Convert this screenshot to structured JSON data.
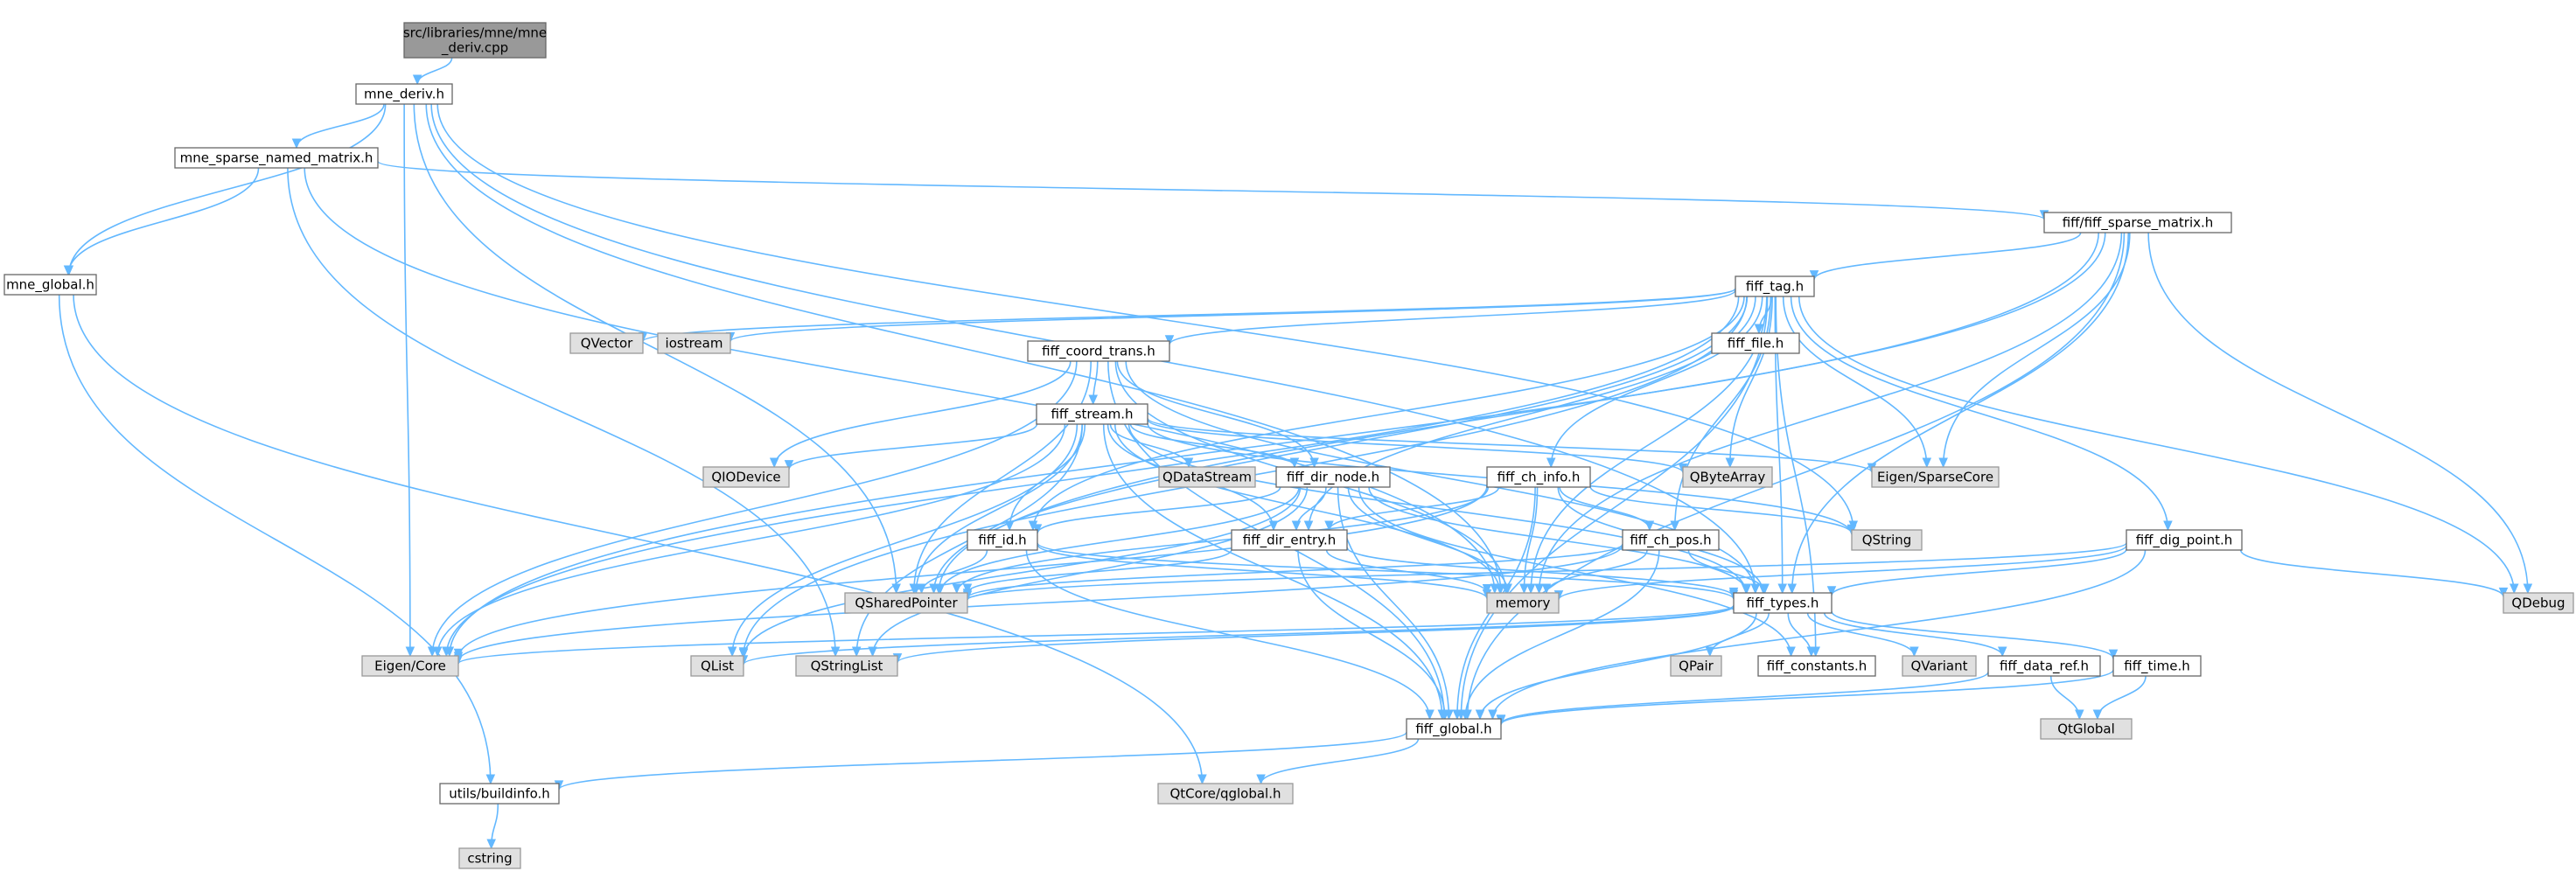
{
  "colors": {
    "edge": "#63b8ff",
    "node_fill": "#ffffff",
    "external_fill": "#e0e0e0",
    "root_fill": "#999999",
    "border": "#666666"
  },
  "nodes": [
    {
      "id": "root",
      "label": [
        "src/libraries/mne/mne",
        "_deriv.cpp"
      ],
      "kind": "root"
    },
    {
      "id": "mne_deriv",
      "label": [
        "mne_deriv.h"
      ],
      "kind": "normal"
    },
    {
      "id": "mne_sparse",
      "label": [
        "mne_sparse_named_matrix.h"
      ],
      "kind": "normal"
    },
    {
      "id": "mne_global",
      "label": [
        "mne_global.h"
      ],
      "kind": "normal"
    },
    {
      "id": "fiff_sparse",
      "label": [
        "fiff/fiff_sparse_matrix.h"
      ],
      "kind": "normal"
    },
    {
      "id": "fiff_tag",
      "label": [
        "fiff_tag.h"
      ],
      "kind": "normal"
    },
    {
      "id": "qvector",
      "label": [
        "QVector"
      ],
      "kind": "ext"
    },
    {
      "id": "iostream",
      "label": [
        "iostream"
      ],
      "kind": "ext"
    },
    {
      "id": "fiff_file",
      "label": [
        "fiff_file.h"
      ],
      "kind": "normal"
    },
    {
      "id": "fiff_coord",
      "label": [
        "fiff_coord_trans.h"
      ],
      "kind": "normal"
    },
    {
      "id": "fiff_stream",
      "label": [
        "fiff_stream.h"
      ],
      "kind": "normal"
    },
    {
      "id": "qiodevice",
      "label": [
        "QIODevice"
      ],
      "kind": "ext"
    },
    {
      "id": "qdatastream",
      "label": [
        "QDataStream"
      ],
      "kind": "ext"
    },
    {
      "id": "fiff_dir_node",
      "label": [
        "fiff_dir_node.h"
      ],
      "kind": "normal"
    },
    {
      "id": "fiff_ch_info",
      "label": [
        "fiff_ch_info.h"
      ],
      "kind": "normal"
    },
    {
      "id": "qbytearray",
      "label": [
        "QByteArray"
      ],
      "kind": "ext"
    },
    {
      "id": "eigen_sparse",
      "label": [
        "Eigen/SparseCore"
      ],
      "kind": "ext"
    },
    {
      "id": "qstring",
      "label": [
        "QString"
      ],
      "kind": "ext"
    },
    {
      "id": "fiff_id",
      "label": [
        "fiff_id.h"
      ],
      "kind": "normal"
    },
    {
      "id": "fiff_dir_entry",
      "label": [
        "fiff_dir_entry.h"
      ],
      "kind": "normal"
    },
    {
      "id": "fiff_ch_pos",
      "label": [
        "fiff_ch_pos.h"
      ],
      "kind": "normal"
    },
    {
      "id": "fiff_dig_point",
      "label": [
        "fiff_dig_point.h"
      ],
      "kind": "normal"
    },
    {
      "id": "qsharedpointer",
      "label": [
        "QSharedPointer"
      ],
      "kind": "ext"
    },
    {
      "id": "memory",
      "label": [
        "memory"
      ],
      "kind": "ext"
    },
    {
      "id": "qdebug",
      "label": [
        "QDebug"
      ],
      "kind": "ext"
    },
    {
      "id": "fiff_types",
      "label": [
        "fiff_types.h"
      ],
      "kind": "normal"
    },
    {
      "id": "eigen_core",
      "label": [
        "Eigen/Core"
      ],
      "kind": "ext"
    },
    {
      "id": "qlist",
      "label": [
        "QList"
      ],
      "kind": "ext"
    },
    {
      "id": "qstringlist",
      "label": [
        "QStringList"
      ],
      "kind": "ext"
    },
    {
      "id": "qpair",
      "label": [
        "QPair"
      ],
      "kind": "ext"
    },
    {
      "id": "fiff_constants",
      "label": [
        "fiff_constants.h"
      ],
      "kind": "normal"
    },
    {
      "id": "qvariant",
      "label": [
        "QVariant"
      ],
      "kind": "ext"
    },
    {
      "id": "fiff_data_ref",
      "label": [
        "fiff_data_ref.h"
      ],
      "kind": "normal"
    },
    {
      "id": "fiff_time",
      "label": [
        "fiff_time.h"
      ],
      "kind": "normal"
    },
    {
      "id": "fiff_global",
      "label": [
        "fiff_global.h"
      ],
      "kind": "normal"
    },
    {
      "id": "qtglobal",
      "label": [
        "QtGlobal"
      ],
      "kind": "ext"
    },
    {
      "id": "utils_buildinfo",
      "label": [
        "utils/buildinfo.h"
      ],
      "kind": "normal"
    },
    {
      "id": "qtcore_qglobal",
      "label": [
        "QtCore/qglobal.h"
      ],
      "kind": "ext"
    },
    {
      "id": "cstring",
      "label": [
        "cstring"
      ],
      "kind": "ext"
    }
  ],
  "edges": [
    [
      "root",
      "mne_deriv"
    ],
    [
      "mne_deriv",
      "mne_sparse"
    ],
    [
      "mne_deriv",
      "mne_global"
    ],
    [
      "mne_deriv",
      "eigen_core"
    ],
    [
      "mne_deriv",
      "qsharedpointer"
    ],
    [
      "mne_deriv",
      "qstring"
    ],
    [
      "mne_deriv",
      "memory"
    ],
    [
      "mne_deriv",
      "fiff_types"
    ],
    [
      "mne_sparse",
      "mne_global"
    ],
    [
      "mne_sparse",
      "fiff_sparse"
    ],
    [
      "mne_sparse",
      "memory"
    ],
    [
      "mne_sparse",
      "qstringlist"
    ],
    [
      "mne_global",
      "utils_buildinfo"
    ],
    [
      "mne_global",
      "qtcore_qglobal"
    ],
    [
      "fiff_sparse",
      "fiff_tag"
    ],
    [
      "fiff_sparse",
      "eigen_sparse"
    ],
    [
      "fiff_sparse",
      "eigen_core"
    ],
    [
      "fiff_sparse",
      "qsharedpointer"
    ],
    [
      "fiff_sparse",
      "memory"
    ],
    [
      "fiff_sparse",
      "qdebug"
    ],
    [
      "fiff_sparse",
      "fiff_types"
    ],
    [
      "fiff_sparse",
      "fiff_global"
    ],
    [
      "fiff_tag",
      "qvector"
    ],
    [
      "fiff_tag",
      "iostream"
    ],
    [
      "fiff_tag",
      "fiff_file"
    ],
    [
      "fiff_tag",
      "fiff_coord"
    ],
    [
      "fiff_tag",
      "fiff_ch_info"
    ],
    [
      "fiff_tag",
      "fiff_ch_pos"
    ],
    [
      "fiff_tag",
      "fiff_dig_point"
    ],
    [
      "fiff_tag",
      "fiff_id"
    ],
    [
      "fiff_tag",
      "fiff_dir_entry"
    ],
    [
      "fiff_tag",
      "qbytearray"
    ],
    [
      "fiff_tag",
      "eigen_sparse"
    ],
    [
      "fiff_tag",
      "qdebug"
    ],
    [
      "fiff_tag",
      "qsharedpointer"
    ],
    [
      "fiff_tag",
      "memory"
    ],
    [
      "fiff_tag",
      "fiff_types"
    ],
    [
      "fiff_tag",
      "eigen_core"
    ],
    [
      "fiff_tag",
      "qlist"
    ],
    [
      "fiff_tag",
      "fiff_global"
    ],
    [
      "fiff_tag",
      "fiff_constants"
    ],
    [
      "fiff_coord",
      "fiff_stream"
    ],
    [
      "fiff_coord",
      "qiodevice"
    ],
    [
      "fiff_coord",
      "eigen_core"
    ],
    [
      "fiff_coord",
      "qsharedpointer"
    ],
    [
      "fiff_coord",
      "memory"
    ],
    [
      "fiff_coord",
      "fiff_types"
    ],
    [
      "fiff_coord",
      "fiff_global"
    ],
    [
      "fiff_coord",
      "fiff_dir_node"
    ],
    [
      "fiff_stream",
      "qiodevice"
    ],
    [
      "fiff_stream",
      "qdatastream"
    ],
    [
      "fiff_stream",
      "fiff_dir_node"
    ],
    [
      "fiff_stream",
      "qbytearray"
    ],
    [
      "fiff_stream",
      "eigen_sparse"
    ],
    [
      "fiff_stream",
      "qstring"
    ],
    [
      "fiff_stream",
      "fiff_id"
    ],
    [
      "fiff_stream",
      "fiff_dir_entry"
    ],
    [
      "fiff_stream",
      "qsharedpointer"
    ],
    [
      "fiff_stream",
      "memory"
    ],
    [
      "fiff_stream",
      "fiff_types"
    ],
    [
      "fiff_stream",
      "eigen_core"
    ],
    [
      "fiff_stream",
      "qlist"
    ],
    [
      "fiff_stream",
      "qstringlist"
    ],
    [
      "fiff_stream",
      "fiff_global"
    ],
    [
      "fiff_dir_node",
      "fiff_id"
    ],
    [
      "fiff_dir_node",
      "fiff_dir_entry"
    ],
    [
      "fiff_dir_node",
      "qsharedpointer"
    ],
    [
      "fiff_dir_node",
      "memory"
    ],
    [
      "fiff_dir_node",
      "fiff_types"
    ],
    [
      "fiff_dir_node",
      "qlist"
    ],
    [
      "fiff_dir_node",
      "qstringlist"
    ],
    [
      "fiff_dir_node",
      "fiff_global"
    ],
    [
      "fiff_dir_node",
      "fiff_constants"
    ],
    [
      "fiff_ch_info",
      "fiff_ch_pos"
    ],
    [
      "fiff_ch_info",
      "qstring"
    ],
    [
      "fiff_ch_info",
      "fiff_types"
    ],
    [
      "fiff_ch_info",
      "memory"
    ],
    [
      "fiff_ch_info",
      "eigen_core"
    ],
    [
      "fiff_ch_info",
      "qsharedpointer"
    ],
    [
      "fiff_ch_info",
      "fiff_global"
    ],
    [
      "fiff_ch_info",
      "fiff_dir_entry"
    ],
    [
      "fiff_id",
      "qsharedpointer"
    ],
    [
      "fiff_id",
      "memory"
    ],
    [
      "fiff_id",
      "fiff_types"
    ],
    [
      "fiff_id",
      "fiff_global"
    ],
    [
      "fiff_dir_entry",
      "qsharedpointer"
    ],
    [
      "fiff_dir_entry",
      "memory"
    ],
    [
      "fiff_dir_entry",
      "fiff_types"
    ],
    [
      "fiff_dir_entry",
      "fiff_global"
    ],
    [
      "fiff_ch_pos",
      "qsharedpointer"
    ],
    [
      "fiff_ch_pos",
      "memory"
    ],
    [
      "fiff_ch_pos",
      "fiff_types"
    ],
    [
      "fiff_ch_pos",
      "fiff_global"
    ],
    [
      "fiff_ch_pos",
      "eigen_core"
    ],
    [
      "fiff_dig_point",
      "qsharedpointer"
    ],
    [
      "fiff_dig_point",
      "memory"
    ],
    [
      "fiff_dig_point",
      "fiff_types"
    ],
    [
      "fiff_dig_point",
      "qdebug"
    ],
    [
      "fiff_dig_point",
      "fiff_global"
    ],
    [
      "fiff_types",
      "eigen_core"
    ],
    [
      "fiff_types",
      "qlist"
    ],
    [
      "fiff_types",
      "qstringlist"
    ],
    [
      "fiff_types",
      "qpair"
    ],
    [
      "fiff_types",
      "fiff_constants"
    ],
    [
      "fiff_types",
      "qvariant"
    ],
    [
      "fiff_types",
      "fiff_data_ref"
    ],
    [
      "fiff_types",
      "fiff_time"
    ],
    [
      "fiff_types",
      "fiff_global"
    ],
    [
      "fiff_data_ref",
      "fiff_global"
    ],
    [
      "fiff_data_ref",
      "qtglobal"
    ],
    [
      "fiff_time",
      "fiff_global"
    ],
    [
      "fiff_time",
      "qtglobal"
    ],
    [
      "fiff_global",
      "utils_buildinfo"
    ],
    [
      "fiff_global",
      "qtcore_qglobal"
    ],
    [
      "utils_buildinfo",
      "cstring"
    ]
  ]
}
